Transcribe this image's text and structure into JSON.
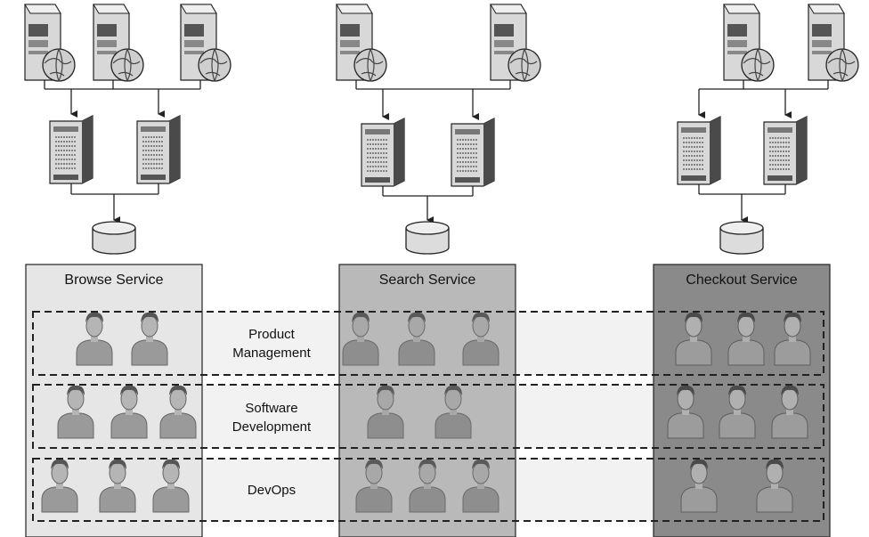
{
  "services": [
    {
      "id": "browse",
      "label": "Browse Service",
      "fill": "#e6e6e6",
      "web_servers": 3,
      "app_servers": 2
    },
    {
      "id": "search",
      "label": "Search Service",
      "fill": "#b9b9b9",
      "web_servers": 2,
      "app_servers": 2
    },
    {
      "id": "checkout",
      "label": "Checkout Service",
      "fill": "#8a8a8a",
      "web_servers": 2,
      "app_servers": 2
    }
  ],
  "teams": [
    {
      "id": "product",
      "label_lines": [
        "Product",
        "Management"
      ],
      "people_per_service": [
        2,
        3,
        3
      ]
    },
    {
      "id": "software",
      "label_lines": [
        "Software",
        "Development"
      ],
      "people_per_service": [
        3,
        2,
        3
      ]
    },
    {
      "id": "devops",
      "label_lines": [
        "DevOps"
      ],
      "people_per_service": [
        3,
        3,
        2
      ]
    }
  ],
  "colors": {
    "band": "#f2f2f2",
    "line": "#222222",
    "server_body": "#d8d8d8",
    "server_dark": "#555555",
    "database": "#dcdcdc"
  },
  "icons": {
    "web_server": "web-server-globe-icon",
    "app_server": "app-server-tower-icon",
    "database": "database-cylinder-icon",
    "person": "person-icon"
  }
}
